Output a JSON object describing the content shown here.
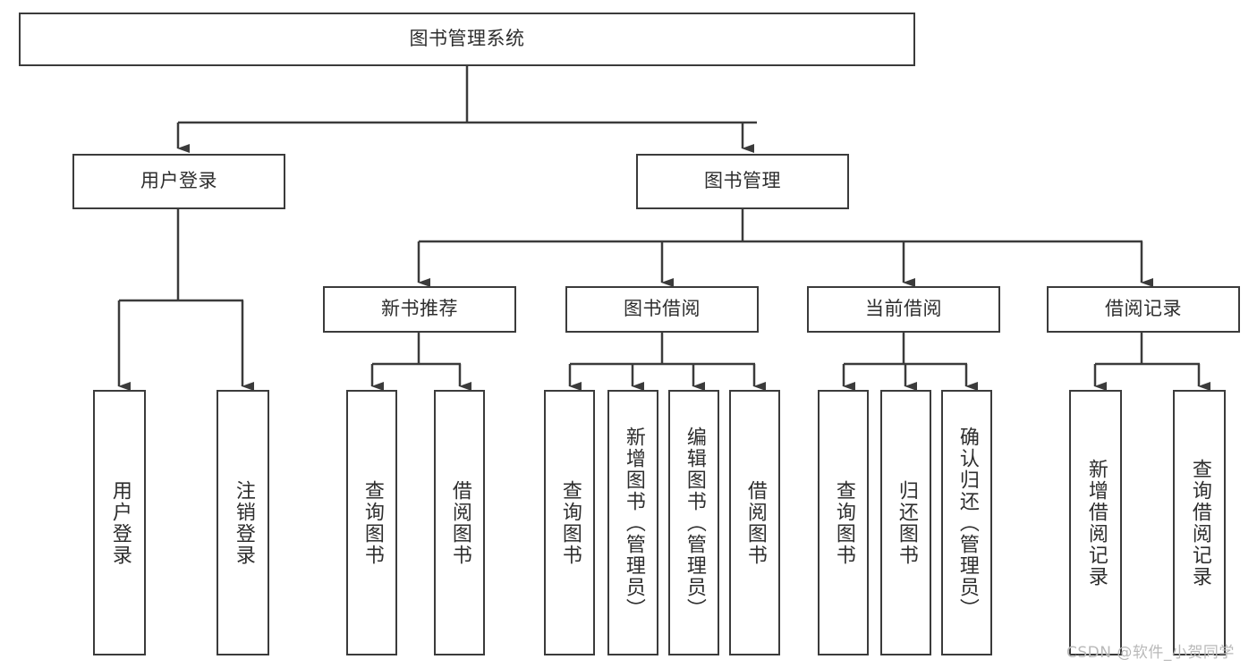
{
  "diagram": {
    "title_node": {
      "label": "图书管理系统"
    },
    "level2": [
      {
        "id": "user-login",
        "label": "用户登录"
      },
      {
        "id": "book-management",
        "label": "图书管理"
      }
    ],
    "level3": [
      {
        "id": "new-book-recommend",
        "label": "新书推荐"
      },
      {
        "id": "book-borrow",
        "label": "图书借阅"
      },
      {
        "id": "current-borrow",
        "label": "当前借阅"
      },
      {
        "id": "borrow-record",
        "label": "借阅记录"
      }
    ],
    "leaves": [
      {
        "id": "user-login-leaf",
        "label": "用户登录"
      },
      {
        "id": "logout-leaf",
        "label": "注销登录"
      },
      {
        "id": "query-book-1",
        "label": "查询图书"
      },
      {
        "id": "borrow-book-1",
        "label": "借阅图书"
      },
      {
        "id": "query-book-2",
        "label": "查询图书"
      },
      {
        "id": "add-book-admin",
        "label": "新增图书（管理员）"
      },
      {
        "id": "edit-book-admin",
        "label": "编辑图书（管理员）"
      },
      {
        "id": "borrow-book-2",
        "label": "借阅图书"
      },
      {
        "id": "query-book-3",
        "label": "查询图书"
      },
      {
        "id": "return-book",
        "label": "归还图书"
      },
      {
        "id": "confirm-return-admin",
        "label": "确认归还（管理员）"
      },
      {
        "id": "add-borrow-record",
        "label": "新增借阅记录"
      },
      {
        "id": "query-borrow-record",
        "label": "查询借阅记录"
      }
    ],
    "watermark": "CSDN @软件_小贺同学",
    "colors": {
      "stroke": "#3b3b3b",
      "text": "#2e2e2e",
      "background": "#ffffff",
      "watermark": "#b9b9b9"
    }
  }
}
